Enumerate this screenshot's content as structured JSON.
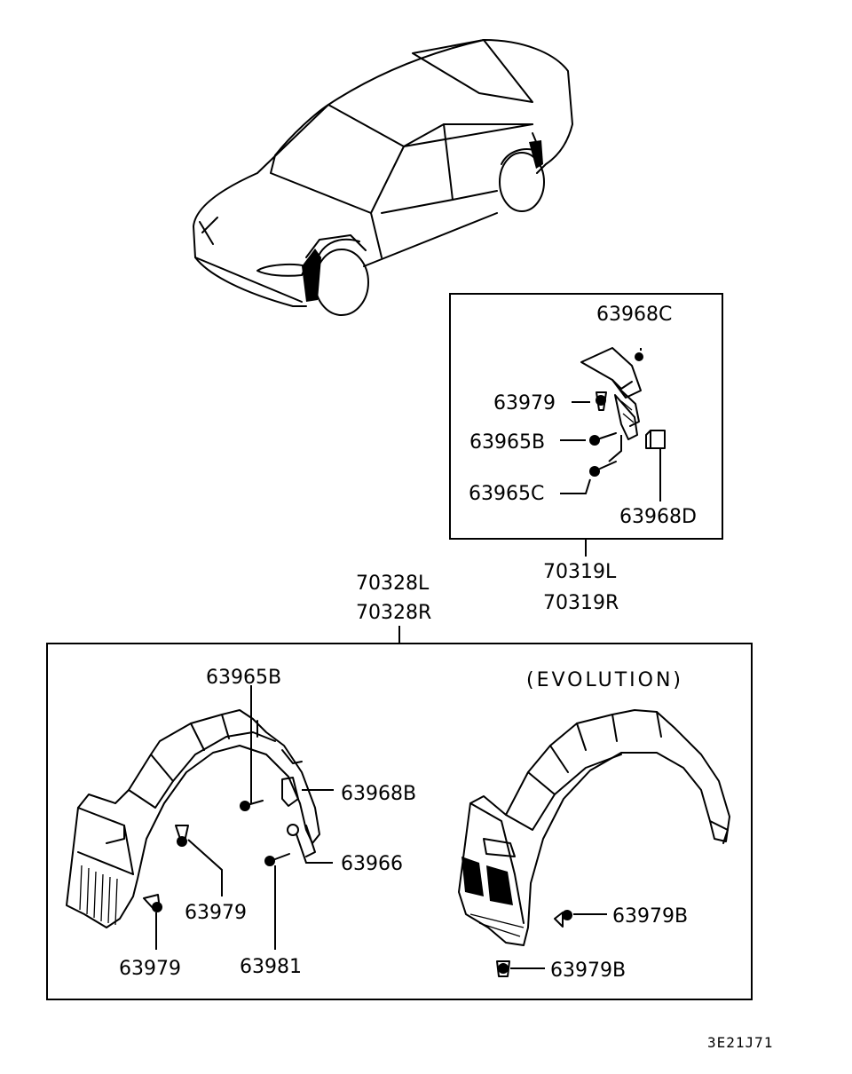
{
  "callouts": {
    "p63968C": "63968C",
    "p63979_top": "63979",
    "p63965B_top": "63965B",
    "p63965C": "63965C",
    "p63968D": "63968D",
    "p70319L": "70319L",
    "p70319R": "70319R",
    "p70328L": "70328L",
    "p70328R": "70328R",
    "p63965B_main": "63965B",
    "p63968B": "63968B",
    "p63966": "63966",
    "p63979_mid": "63979",
    "p63979_low": "63979",
    "p63981": "63981",
    "p63979B_upper": "63979B",
    "p63979B_lower": "63979B"
  },
  "variant_label": "(EVOLUTION)",
  "diagram_code": "3E21J71"
}
